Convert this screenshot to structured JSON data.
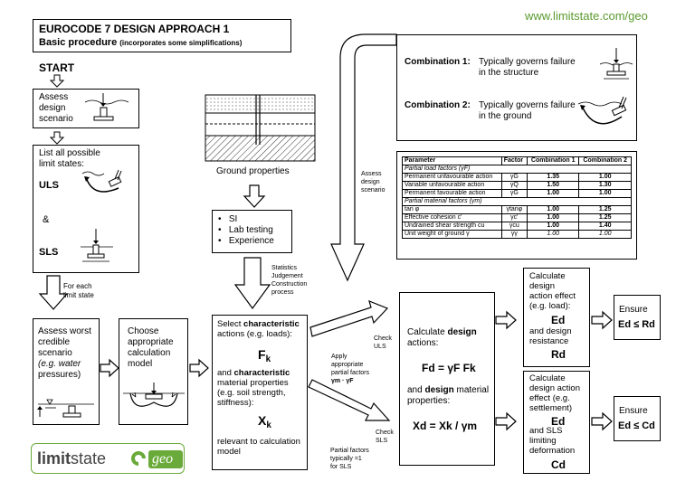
{
  "header": {
    "title": "EUROCODE 7 DESIGN APPROACH 1",
    "subtitle_bold": "Basic procedure",
    "subtitle_note": "(incorporates some simplifications)",
    "website": "www.limitstate.com/geo"
  },
  "flow": {
    "start": "START",
    "assess_line1": "Assess",
    "assess_line2": "design",
    "assess_line3": "scenario",
    "list_line1": "List all possible",
    "list_line2": "limit states:",
    "uls": "ULS",
    "amp": "&",
    "sls": "SLS",
    "for_each_1": "For each",
    "for_each_2": "limit state",
    "worst_1": "Assess worst",
    "worst_2": "credible",
    "worst_3": "scenario",
    "worst_4": "(e.g. water",
    "worst_5": "pressures)",
    "model_1": "Choose",
    "model_2": "appropriate",
    "model_3": "calculation",
    "model_4": "model",
    "ground_props": "Ground properties",
    "si": "SI",
    "lab": "Lab testing",
    "exp": "Experience",
    "stat_1": "Statistics",
    "stat_2": "Judgement",
    "stat_3": "Construction",
    "stat_4": "process",
    "char_1": "Select",
    "char_2": "characteristic",
    "char_3": "actions (e.g. loads):",
    "char_Fk": "F",
    "char_Fk_sub": "k",
    "char_4": "and",
    "char_5": "characteristic",
    "char_6": "material properties",
    "char_7": "(e.g. soil strength,",
    "char_8": "stiffness):",
    "char_Xk": "X",
    "char_Xk_sub": "k",
    "char_9": "relevant to calculation",
    "char_10": "model",
    "apply_1": "Apply",
    "apply_2": "appropriate",
    "apply_3": "partial factors",
    "apply_4": "γm · γF",
    "check_uls_1": "Check",
    "check_uls_2": "ULS",
    "check_sls_1": "Check",
    "check_sls_2": "SLS",
    "pf_1": "Partial factors",
    "pf_2": "typically =1",
    "pf_3": "for SLS",
    "assess_side_1": "Assess",
    "assess_side_2": "design",
    "assess_side_3": "scenario",
    "calc_1": "Calculate",
    "calc_2": "design",
    "calc_3": "actions:",
    "calc_fd": "Fd = γF Fk",
    "calc_4": "and",
    "calc_5": "design",
    "calc_6": "material",
    "calc_7": "properties:",
    "calc_xd": "Xd = Xk / γm",
    "eff_uls_1": "Calculate",
    "eff_uls_2": "design",
    "eff_uls_3": "action effect",
    "eff_uls_4": "(e.g. load):",
    "eff_uls_Ed": "Ed",
    "eff_uls_5": "and design",
    "eff_uls_6": "resistance",
    "eff_uls_Rd": "Rd",
    "eff_sls_1": "Calculate",
    "eff_sls_2": "design action",
    "eff_sls_3": "effect (e.g.",
    "eff_sls_4": "settlement)",
    "eff_sls_Ed": "Ed",
    "eff_sls_5": "and SLS",
    "eff_sls_6": "limiting",
    "eff_sls_7": "deformation",
    "eff_sls_Cd": "Cd",
    "ensure_uls_1": "Ensure",
    "ensure_uls_2": "Ed ≤ Rd",
    "ensure_sls_1": "Ensure",
    "ensure_sls_2": "Ed ≤ Cd"
  },
  "combinations": {
    "c1_label": "Combination 1:",
    "c1_text_1": "Typically governs failure",
    "c1_text_2": "in the structure",
    "c2_label": "Combination 2:",
    "c2_text_1": "Typically governs failure",
    "c2_text_2": "in the ground"
  },
  "table": {
    "headers": [
      "Parameter",
      "Factor",
      "Combination 1",
      "Combination 2"
    ],
    "sec1": "Partial load factors (γF)",
    "rows1": [
      [
        "Permanent unfavourable action",
        "γG",
        "1.35",
        "1.00"
      ],
      [
        "Variable unfavourable action",
        "γQ",
        "1.50",
        "1.30"
      ],
      [
        "Permanent favourable action",
        "γG",
        "1.00",
        "1.00"
      ]
    ],
    "sec2": "Partial material factors (γm)",
    "rows2": [
      [
        "tan φ",
        "γtanφ",
        "1.00",
        "1.25"
      ],
      [
        "Effective cohesion c'",
        "γc'",
        "1.00",
        "1.25"
      ],
      [
        "Undrained shear strength cu",
        "γcu",
        "1.00",
        "1.40"
      ],
      [
        "Unit weight of ground γ",
        "γγ",
        "1.00",
        "1.00"
      ]
    ]
  },
  "logo": {
    "word1": "limit",
    "word2": "state",
    "word3": "geo"
  },
  "colors": {
    "accent_green": "#5a9a2e",
    "logo_green": "#6aaa3a"
  }
}
